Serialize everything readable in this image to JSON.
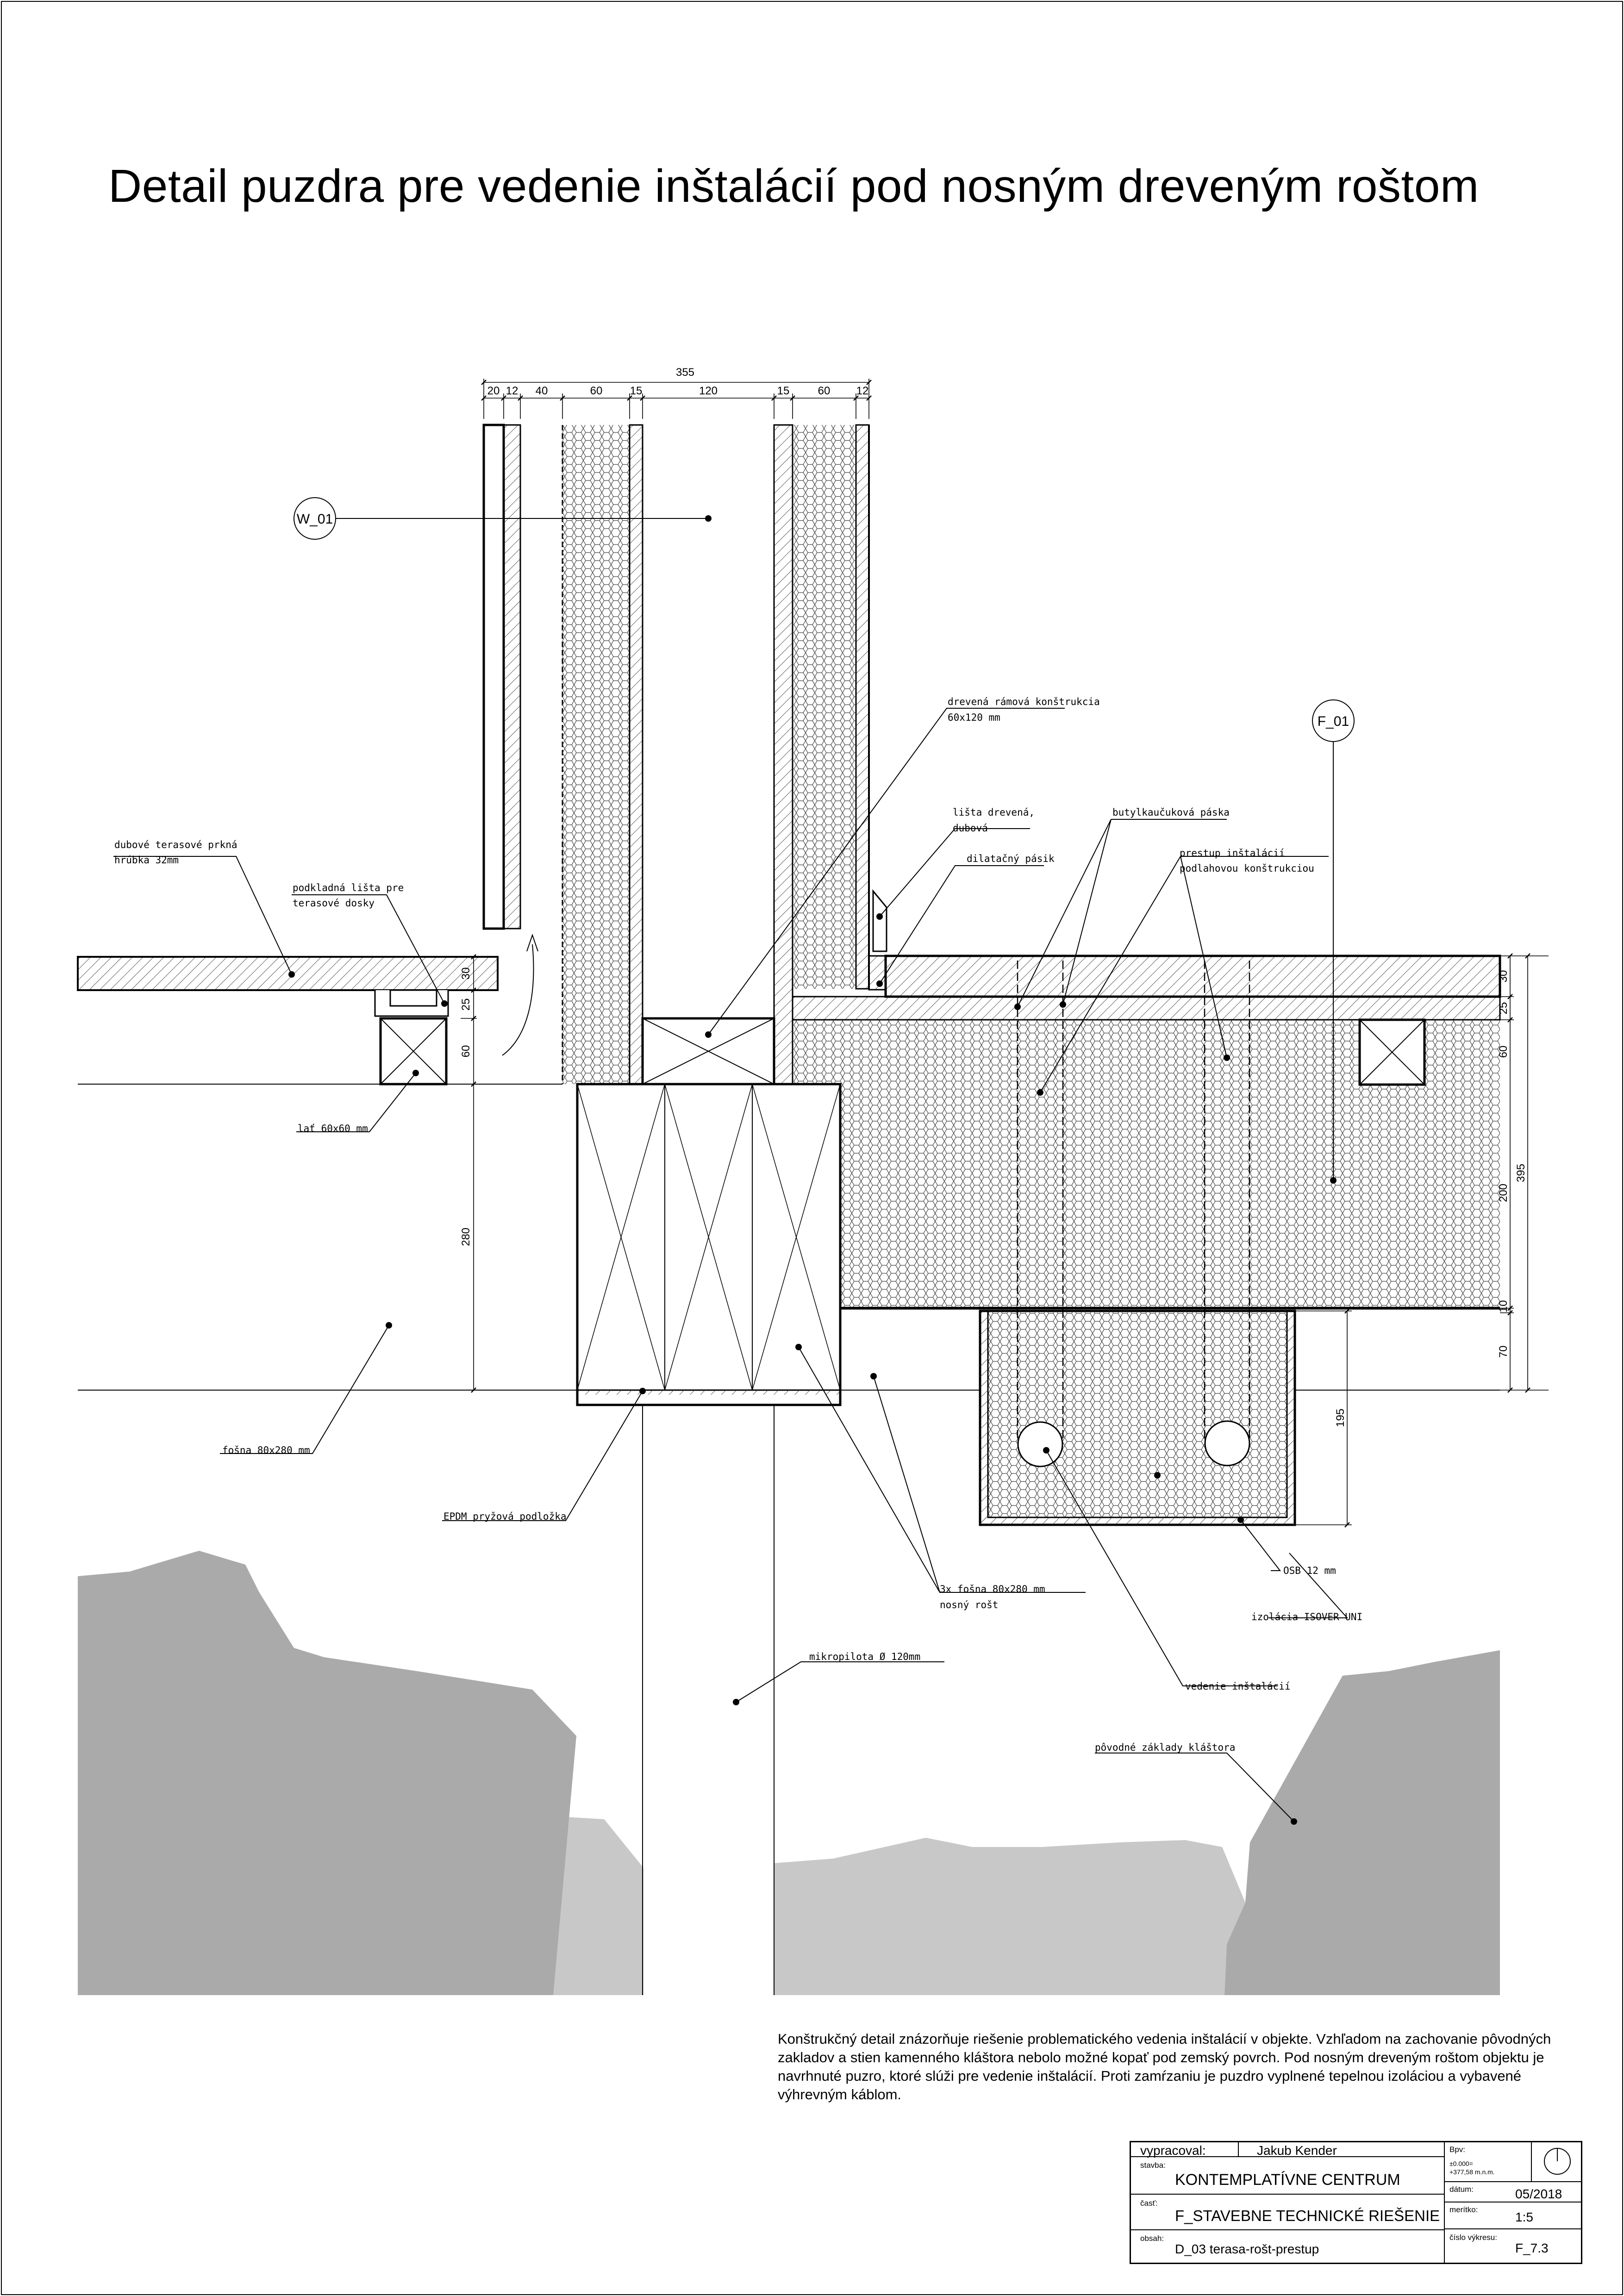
{
  "title": "Detail puzdra pre vedenie inštalácií pod nosným dreveným roštom",
  "dimensions": {
    "overall": "355",
    "top_chain": [
      "20",
      "12",
      "40",
      "60",
      "15",
      "120",
      "15",
      "60",
      "12"
    ],
    "right_chain": [
      "30",
      "25",
      "60",
      "200",
      "10",
      "70"
    ],
    "right_total": "395",
    "left_chain": [
      "30",
      "25",
      "60",
      "280"
    ],
    "box_depth": "195"
  },
  "tags": {
    "wall": "W_01",
    "floor": "F_01"
  },
  "labels": {
    "frame_1": "drevená rámová konštrukcia",
    "frame_2": "60x120 mm",
    "strip_1": "lišta drevená,",
    "strip_2": "dubová",
    "dilatation": "dilatačný pásik",
    "butyl": "butylkaučuková páska",
    "pass_1": "prestup inštalácií",
    "pass_2": "podlahovou konštrukciou",
    "deck_1": "dubové terasové prkná",
    "deck_2": "hrúbka 32mm",
    "batten_1": "podkladná lišta pre",
    "batten_2": "terasové dosky",
    "lath": "lať 60x60 mm",
    "plank": "fošna 80x280 mm",
    "epdm": "EPDM pryžová podložka",
    "grid_1": "3x fošna 80x280 mm",
    "grid_2": "nosný rošt",
    "osb": "OSB 12 mm",
    "insulation": "izolácia ISOVER UNI",
    "services": "vedenie inštalácií",
    "micropile": "mikropilota Ø 120mm",
    "foundations": "pôvodné základy kláštora"
  },
  "description": "Konštrukčný detail znázorňuje riešenie problematického vedenia inštalácií v objekte. Vzhľadom na zachovanie pôvodných zakladov a stien kamenného kláštora nebolo možné kopať pod zemský povrch. Pod nosným dreveným roštom objektu je navrhnuté puzro, ktoré slúži pre vedenie inštalácií. Proti zamŕzaniu je puzdro vyplnené tepelnou izoláciou a vybavené výhrevným káblom.",
  "title_block": {
    "drawn_label": "vypracoval:",
    "drawn_value": "Jakub Kender",
    "building_label": "stavba:",
    "building_value": "KONTEMPLATÍVNE CENTRUM",
    "part_label": "časť:",
    "part_value": "F_STAVEBNE TECHNICKÉ RIEŠENIE",
    "content_label": "obsah:",
    "content_value": "D_03 terasa-rošt-prestup",
    "bpv_label": "Bpv:",
    "bpv_1": "±0.000=",
    "bpv_2": "+377,58 m.n.m.",
    "date_label": "dátum:",
    "date_value": "05/2018",
    "scale_label": "merítko:",
    "scale_value": "1:5",
    "sheet_label": "číslo výkresu:",
    "sheet_value": "F_7.3"
  },
  "colors": {
    "rock_dark": "#aaaaaa",
    "rock_light": "#c8c8c8",
    "line": "#000000"
  }
}
